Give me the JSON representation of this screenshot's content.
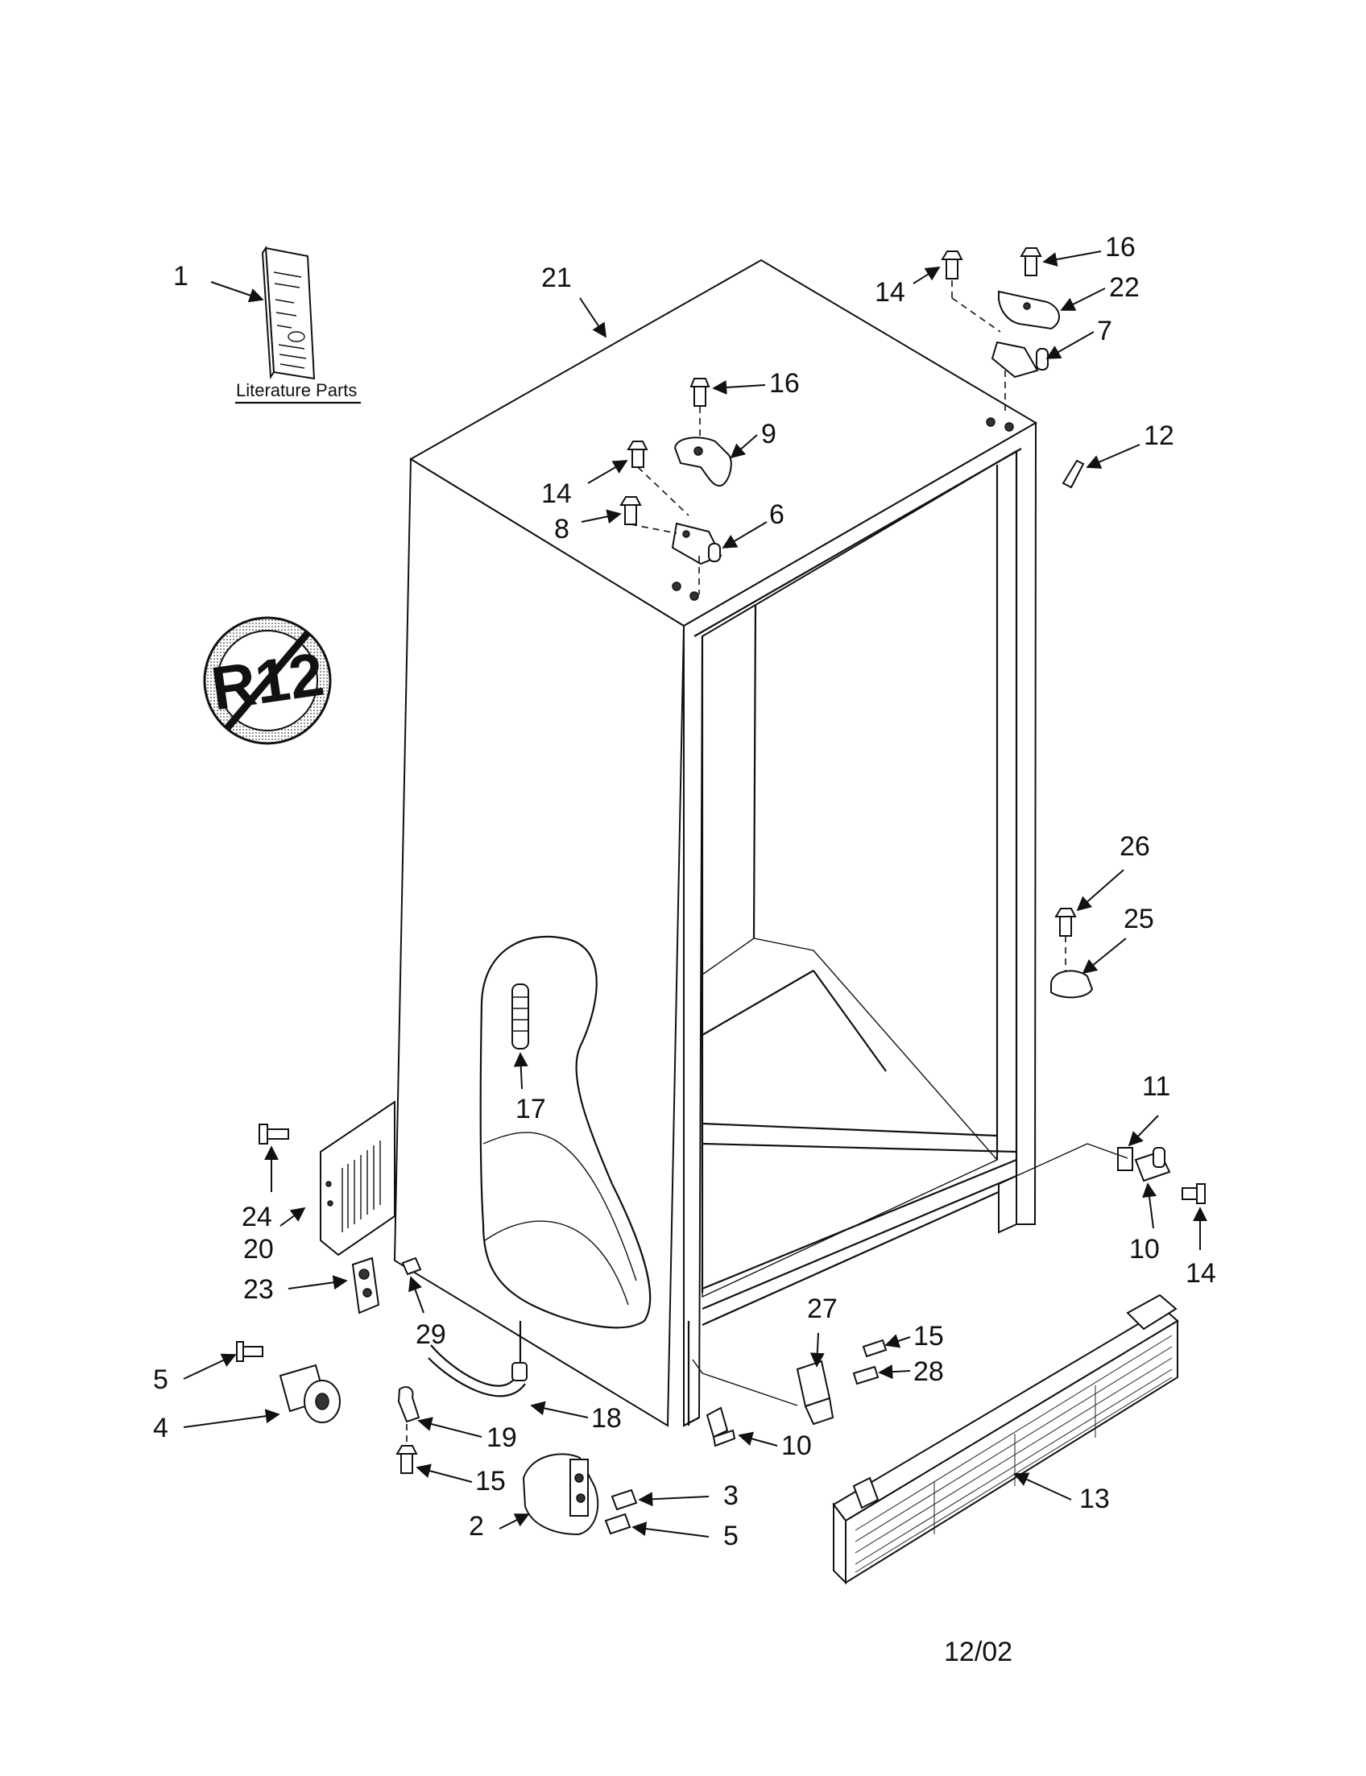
{
  "diagram": {
    "literature_caption": "Literature Parts",
    "date_code": "12/02",
    "r12_badge": "R12",
    "callouts": [
      {
        "id": "c1",
        "label": "1"
      },
      {
        "id": "c21",
        "label": "21"
      },
      {
        "id": "c14a",
        "label": "14"
      },
      {
        "id": "c16a",
        "label": "16"
      },
      {
        "id": "c22",
        "label": "22"
      },
      {
        "id": "c7",
        "label": "7"
      },
      {
        "id": "c16b",
        "label": "16"
      },
      {
        "id": "c9",
        "label": "9"
      },
      {
        "id": "c12",
        "label": "12"
      },
      {
        "id": "c14b",
        "label": "14"
      },
      {
        "id": "c8",
        "label": "8"
      },
      {
        "id": "c6",
        "label": "6"
      },
      {
        "id": "c26",
        "label": "26"
      },
      {
        "id": "c25",
        "label": "25"
      },
      {
        "id": "c17",
        "label": "17"
      },
      {
        "id": "c11",
        "label": "11"
      },
      {
        "id": "c24",
        "label": "24"
      },
      {
        "id": "c20",
        "label": "20"
      },
      {
        "id": "c10a",
        "label": "10"
      },
      {
        "id": "c14c",
        "label": "14"
      },
      {
        "id": "c23",
        "label": "23"
      },
      {
        "id": "c29",
        "label": "29"
      },
      {
        "id": "c27",
        "label": "27"
      },
      {
        "id": "c15a",
        "label": "15"
      },
      {
        "id": "c28",
        "label": "28"
      },
      {
        "id": "c5a",
        "label": "5"
      },
      {
        "id": "c18",
        "label": "18"
      },
      {
        "id": "c4",
        "label": "4"
      },
      {
        "id": "c19",
        "label": "19"
      },
      {
        "id": "c10b",
        "label": "10"
      },
      {
        "id": "c15b",
        "label": "15"
      },
      {
        "id": "c3",
        "label": "3"
      },
      {
        "id": "c13",
        "label": "13"
      },
      {
        "id": "c2",
        "label": "2"
      },
      {
        "id": "c5b",
        "label": "5"
      }
    ]
  }
}
